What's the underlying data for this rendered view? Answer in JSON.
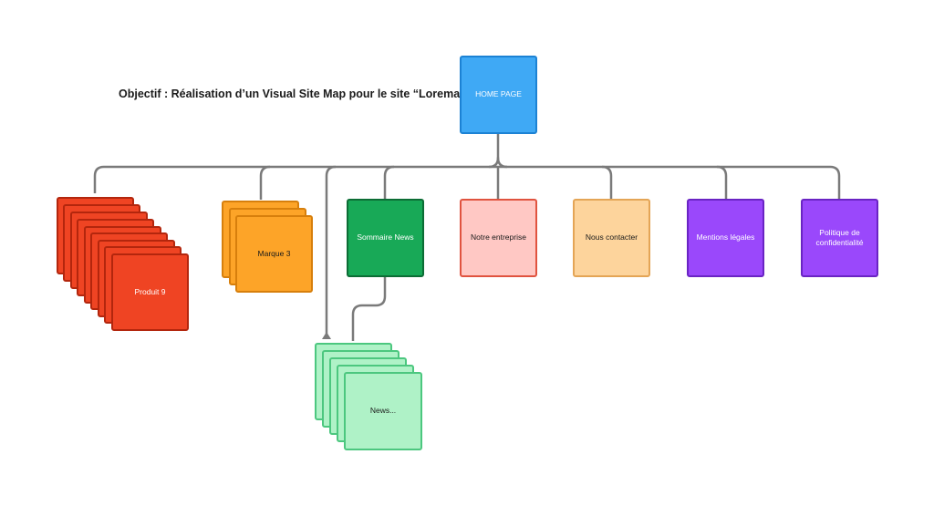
{
  "title": "Objectif : Réalisation d’un Visual Site Map pour le site “Lorema”",
  "nodes": {
    "home": "HOME PAGE",
    "produit": "Produit 9",
    "marque": "Marque 3",
    "sommaire_news": "Sommaire News",
    "notre_entreprise": "Notre entreprise",
    "nous_contacter": "Nous contacter",
    "mentions_legales": "Mentions légales",
    "politique": "Politique de confidentialité",
    "news": "News..."
  },
  "colors": {
    "home": "#3fa9f5",
    "produit": "#ef4423",
    "marque": "#fda428",
    "sommaire_news": "#18a957",
    "notre_entreprise": "#ffc8c4",
    "nous_contacter": "#fdd49c",
    "mentions_legales": "#9a48fb",
    "politique": "#9a48fb",
    "news": "#aff2c7",
    "connector": "#7a7a7a"
  }
}
